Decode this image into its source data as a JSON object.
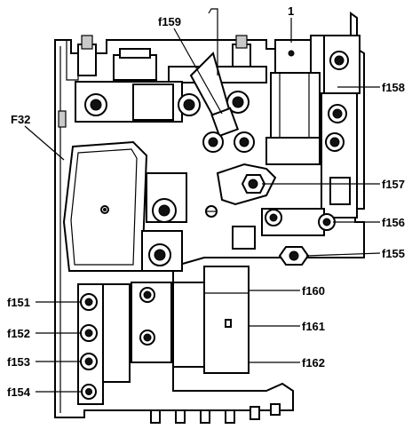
{
  "labels": {
    "fuse_f151": "f151",
    "fuse_f152": "f152",
    "fuse_f153": "f153",
    "fuse_f154": "f154",
    "fuse_f155": "f155",
    "fuse_f156": "f156",
    "fuse_f157": "f157",
    "fuse_f158": "f158",
    "fuse_f159": "f159",
    "fuse_f160": "f160",
    "fuse_f161": "f161",
    "fuse_f162": "f162",
    "part_1": "1",
    "part_f32": "F32"
  }
}
